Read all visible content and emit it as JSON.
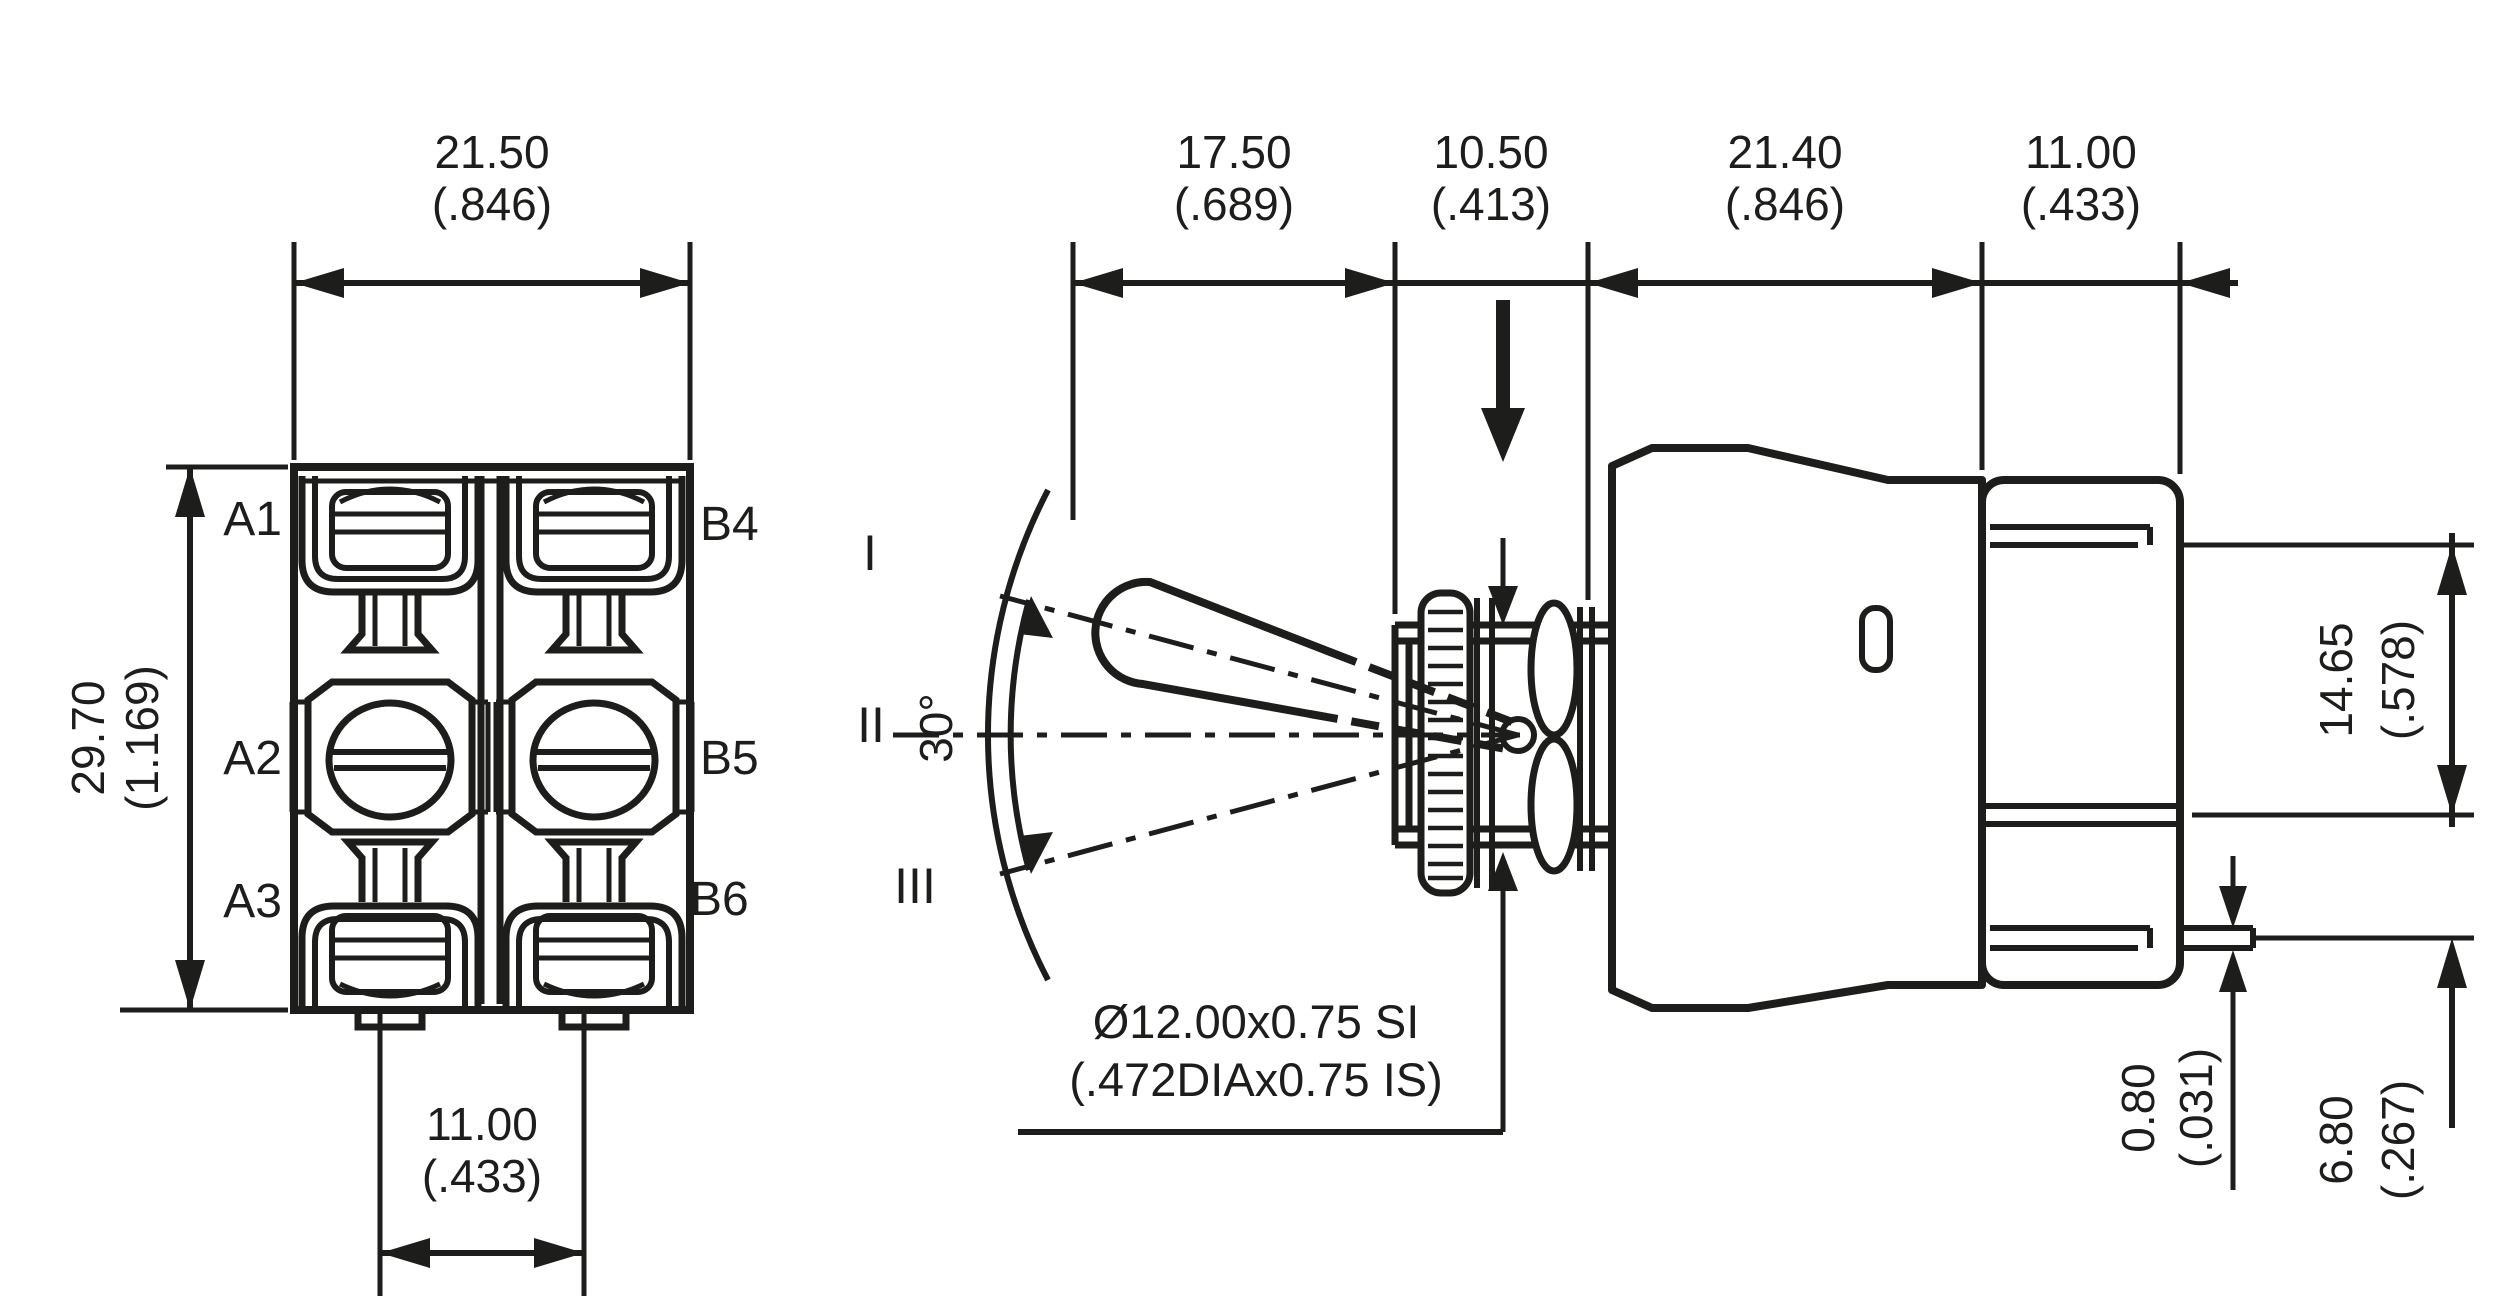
{
  "drawing": {
    "colors": {
      "line": "#1d1d1b",
      "background": "#ffffff"
    },
    "front_view": {
      "width_dim": {
        "mm": "21.50",
        "in": "(.846)"
      },
      "height_dim": {
        "mm": "29.70",
        "in": "(1.169)"
      },
      "pitch_dim": {
        "mm": "11.00",
        "in": "(.433)"
      },
      "terminals": {
        "left": [
          "A1",
          "A2",
          "A3"
        ],
        "right": [
          "B4",
          "B5",
          "B6"
        ]
      }
    },
    "side_view": {
      "top_dims": [
        {
          "mm": "17.50",
          "in": "(.689)"
        },
        {
          "mm": "10.50",
          "in": "(.413)"
        },
        {
          "mm": "21.40",
          "in": "(.846)"
        },
        {
          "mm": "11.00",
          "in": "(.433)"
        }
      ],
      "right_dims": [
        {
          "mm": "14.65",
          "in": "(.578)"
        },
        {
          "mm": "6.80",
          "in": "(.267)"
        },
        {
          "mm": "0.80",
          "in": "(.031)"
        }
      ],
      "angle": "30°",
      "positions": [
        "I",
        "II",
        "III"
      ],
      "thread_callout": {
        "metric": "Ø12.00x0.75 SI",
        "imperial": "(.472DIAx0.75 IS)"
      }
    }
  }
}
